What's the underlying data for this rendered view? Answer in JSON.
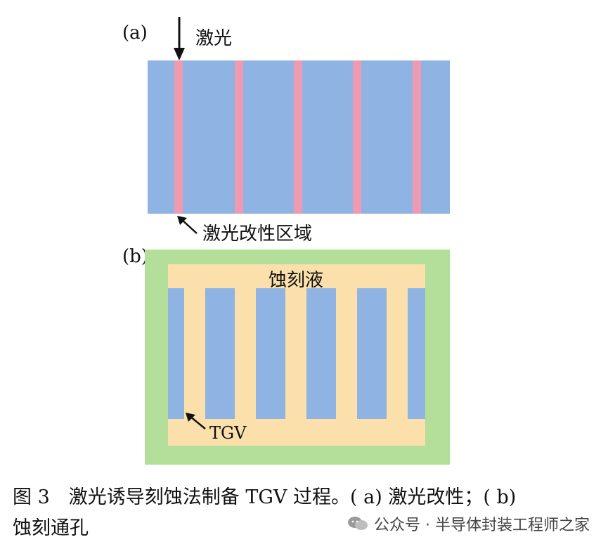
{
  "panel_a": {
    "tag": "(a)",
    "laser_label": "激光",
    "modified_region_label": "激光改性区域"
  },
  "panel_b": {
    "tag": "(b)",
    "etchant_label": "蚀刻液",
    "tgv_label": "TGV"
  },
  "caption": {
    "line1": "图 3　激光诱导刻蚀法制备 TGV 过程。( a) 激光改性；( b)",
    "line2": "蚀刻通孔"
  },
  "watermark": {
    "text": "公众号 · 半导体封装工程师之家",
    "icon": "wechat-icon"
  },
  "colors": {
    "glass": "#8fb4e3",
    "laser_modified": "#ef9ab0",
    "container": "#b3df9a",
    "etchant": "#fbe0ab"
  }
}
